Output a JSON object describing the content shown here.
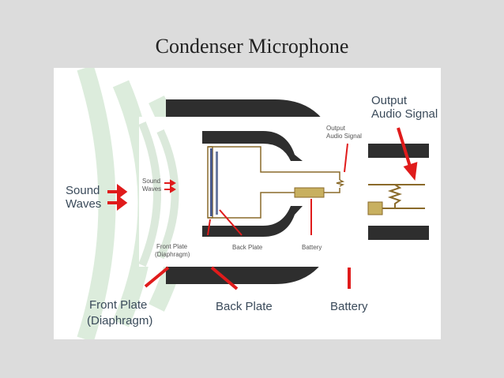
{
  "slide": {
    "title": "Condenser Microphone"
  },
  "diagram": {
    "big_labels": {
      "sound_waves_1": "Sound",
      "sound_waves_2": "Waves",
      "front_plate_1": "Front Plate",
      "front_plate_2": "(Diaphragm)",
      "back_plate": "Back Plate",
      "battery": "Battery",
      "output_1": "Output",
      "output_2": "Audio Signal"
    },
    "small_labels": {
      "sound_waves_1": "Sound",
      "sound_waves_2": "Waves",
      "front_plate_1": "Front Plate",
      "front_plate_2": "(Diaphragm)",
      "back_plate": "Back Plate",
      "battery": "Battery",
      "output_1": "Output",
      "output_2": "Audio Signal"
    },
    "colors": {
      "arrow": "#e01b1b",
      "body": "#2e2e2e",
      "wire": "#8a6a2a",
      "battery": "#c8b060",
      "wave": "#cfe6cf"
    }
  }
}
